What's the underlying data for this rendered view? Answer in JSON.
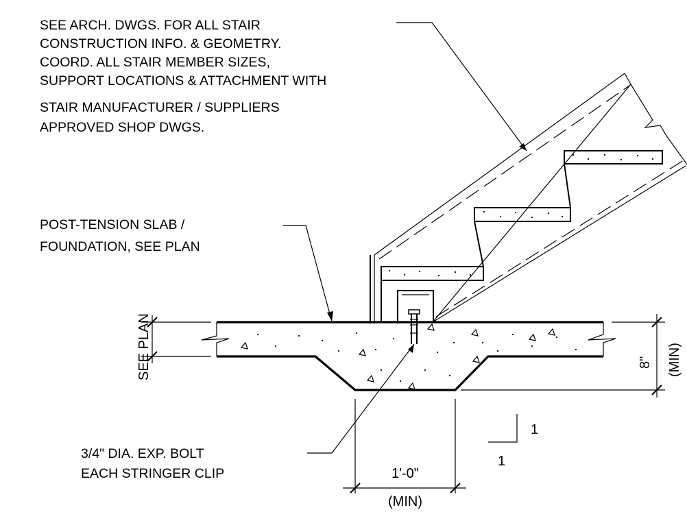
{
  "notes": {
    "stair_note": [
      "SEE ARCH. DWGS. FOR ALL STAIR",
      "CONSTRUCTION INFO. & GEOMETRY.",
      "COORD. ALL STAIR MEMBER SIZES,",
      "SUPPORT LOCATIONS & ATTACHMENT WITH",
      "STAIR MANUFACTURER / SUPPLIERS",
      "APPROVED SHOP DWGS."
    ],
    "slab_note": [
      "POST-TENSION SLAB /",
      "FOUNDATION, SEE PLAN"
    ],
    "bolt_note": [
      "3/4\" DIA. EXP. BOLT",
      "EACH STRINGER CLIP"
    ]
  },
  "dimensions": {
    "slab_thickness_label": "SEE PLAN",
    "thickened_depth_value": "8\"",
    "thickened_depth_qualifier": "(MIN)",
    "thickened_width_value": "1'-0\"",
    "thickened_width_qualifier": "(MIN)"
  },
  "slope_symbol": {
    "rise": "1",
    "run": "1"
  }
}
